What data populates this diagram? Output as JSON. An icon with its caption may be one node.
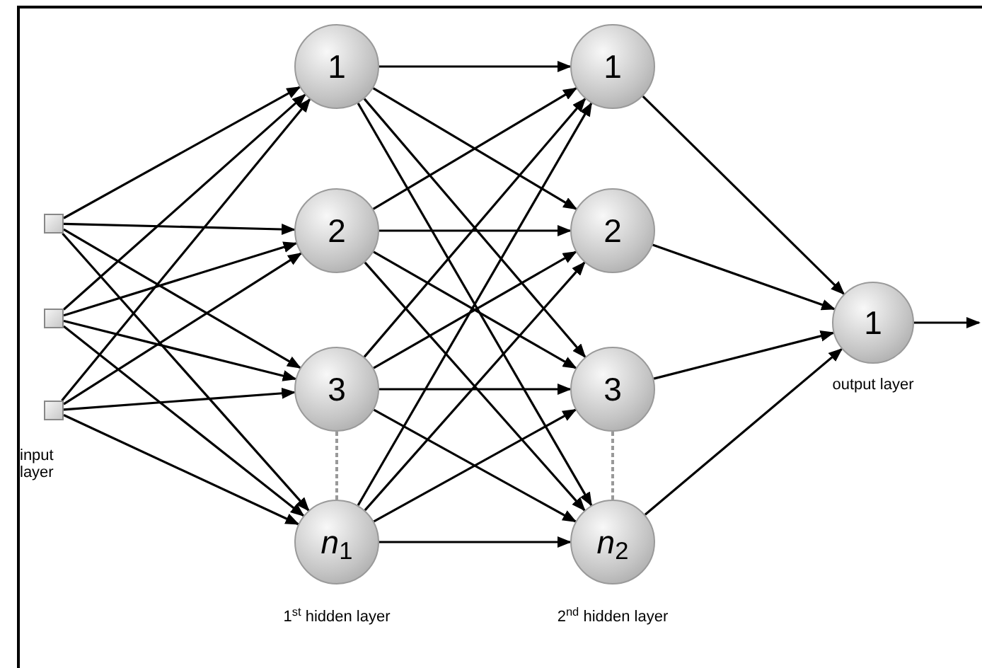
{
  "diagram": {
    "nodes": [
      {
        "text": [],
        "shape": "box"
      },
      {
        "text": [],
        "shape": "box"
      },
      {
        "text": [],
        "shape": "box"
      },
      {
        "text": [
          "1"
        ]
      },
      {
        "text": [
          "2"
        ]
      },
      {
        "text": [
          "3"
        ]
      },
      {
        "text": [
          "*n*$_{1}$"
        ]
      },
      {
        "text": [
          "1"
        ]
      },
      {
        "text": [
          "2"
        ]
      },
      {
        "text": [
          "3"
        ]
      },
      {
        "text": [
          "*n*$_{2}$"
        ]
      },
      {
        "text": [
          "1"
        ]
      }
    ],
    "edges": [
      {
        "from": 0,
        "to": 3,
        "arrow": "to"
      },
      {
        "from": 0,
        "to": 4,
        "arrow": "to"
      },
      {
        "from": 0,
        "to": 5,
        "arrow": "to"
      },
      {
        "from": 0,
        "to": 6,
        "arrow": "to"
      },
      {
        "from": 1,
        "to": 3,
        "arrow": "to"
      },
      {
        "from": 1,
        "to": 4,
        "arrow": "to"
      },
      {
        "from": 1,
        "to": 5,
        "arrow": "to"
      },
      {
        "from": 1,
        "to": 6,
        "arrow": "to"
      },
      {
        "from": 2,
        "to": 3,
        "arrow": "to"
      },
      {
        "from": 2,
        "to": 4,
        "arrow": "to"
      },
      {
        "from": 2,
        "to": 5,
        "arrow": "to"
      },
      {
        "from": 2,
        "to": 6,
        "arrow": "to"
      },
      {
        "from": 3,
        "to": 7,
        "arrow": "to"
      },
      {
        "from": 3,
        "to": 8,
        "arrow": "to"
      },
      {
        "from": 3,
        "to": 9,
        "arrow": "to"
      },
      {
        "from": 3,
        "to": 10,
        "arrow": "to"
      },
      {
        "from": 4,
        "to": 7,
        "arrow": "to"
      },
      {
        "from": 4,
        "to": 8,
        "arrow": "to"
      },
      {
        "from": 4,
        "to": 9,
        "arrow": "to"
      },
      {
        "from": 4,
        "to": 10,
        "arrow": "to"
      },
      {
        "from": 5,
        "to": 7,
        "arrow": "to"
      },
      {
        "from": 5,
        "to": 8,
        "arrow": "to"
      },
      {
        "from": 5,
        "to": 9,
        "arrow": "to"
      },
      {
        "from": 5,
        "to": 10,
        "arrow": "to"
      },
      {
        "from": 6,
        "to": 7,
        "arrow": "to"
      },
      {
        "from": 6,
        "to": 8,
        "arrow": "to"
      },
      {
        "from": 6,
        "to": 9,
        "arrow": "to"
      },
      {
        "from": 6,
        "to": 10,
        "arrow": "to"
      },
      {
        "from": 7,
        "to": 11,
        "arrow": "to"
      },
      {
        "from": 8,
        "to": 11,
        "arrow": "to"
      },
      {
        "from": 9,
        "to": 11,
        "arrow": "to"
      },
      {
        "from": 10,
        "to": 11,
        "arrow": "to"
      },
      {
        "from": 11,
        "to": null,
        "arrow": "to"
      },
      {
        "from": 5,
        "to": 6,
        "arrow": "none",
        "style": "dashed",
        "color": "#999999"
      },
      {
        "from": 9,
        "to": 10,
        "arrow": "none",
        "style": "dashed",
        "color": "#999999"
      }
    ],
    "labels": [
      "input layer",
      "1$^{st}$ hidden layer",
      "2$^{nd}$ hidden layer",
      "output layer"
    ]
  }
}
